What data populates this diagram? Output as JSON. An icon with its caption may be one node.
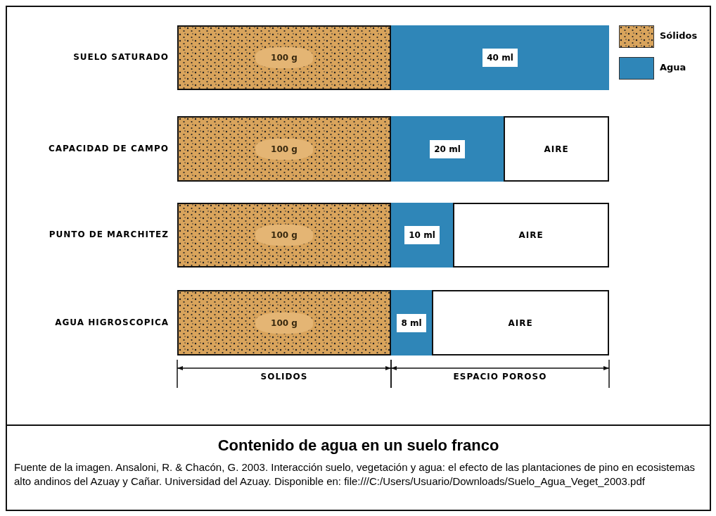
{
  "diagram": {
    "title": "Contenido de agua en un suelo franco",
    "caption": "Fuente de la imagen. Ansaloni, R. & Chacón, G. 2003. Interacción suelo, vegetación y agua: el efecto de las plantaciones de pino en ecosistemas alto andinos del Azuay y Cañar. Universidad del Azuay. Disponible en: file:///C:/Users/Usuario/Downloads/Suelo_Agua_Veget_2003.pdf",
    "nodes": [
      {
        "text": [
          "100 g"
        ]
      },
      {
        "text": [
          "40 ml"
        ]
      },
      {
        "text": [
          "100 g"
        ]
      },
      {
        "text": [
          "20 ml"
        ]
      },
      {
        "text": [
          "AIRE"
        ]
      },
      {
        "text": [
          "100 g"
        ]
      },
      {
        "text": [
          "10 ml"
        ]
      },
      {
        "text": [
          "AIRE"
        ]
      },
      {
        "text": [
          "100 g"
        ]
      },
      {
        "text": [
          "8 ml"
        ]
      },
      {
        "text": [
          "AIRE"
        ]
      }
    ],
    "edges": [],
    "labels": [
      "SUELO SATURADO",
      "CAPACIDAD DE CAMPO",
      "PUNTO DE MARCHITEZ",
      "AGUA HIGROSCOPICA",
      "SOLIDOS",
      "ESPACIO POROSO"
    ],
    "legend": [
      {
        "text": "Sólidos",
        "color": "#d9a45c"
      },
      {
        "text": "Agua",
        "color": "#2f86b8"
      }
    ]
  }
}
